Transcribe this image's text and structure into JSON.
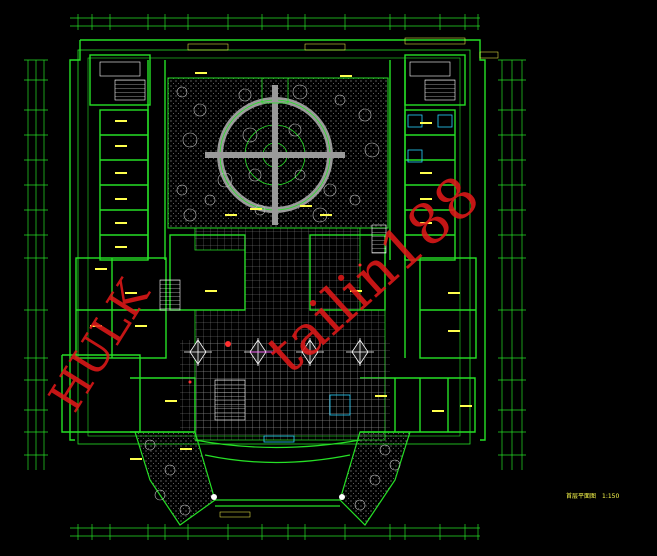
{
  "drawing": {
    "title": "首层平面图",
    "scale": "1:150",
    "background_color": "#000000",
    "colors": {
      "primary_line": "#26e026",
      "dimension_line": "#26e026",
      "text": "#ffff4d",
      "hatch": "#9a9a9a",
      "tree": "#bdbdbd",
      "detail_white": "#ffffff",
      "detail_red": "#ff3030",
      "detail_blue": "#2ad4ff",
      "detail_magenta": "#ff40ff"
    }
  },
  "watermark": {
    "text_left": "HULK",
    "text_right": "tailin188",
    "color": "#e01818"
  }
}
